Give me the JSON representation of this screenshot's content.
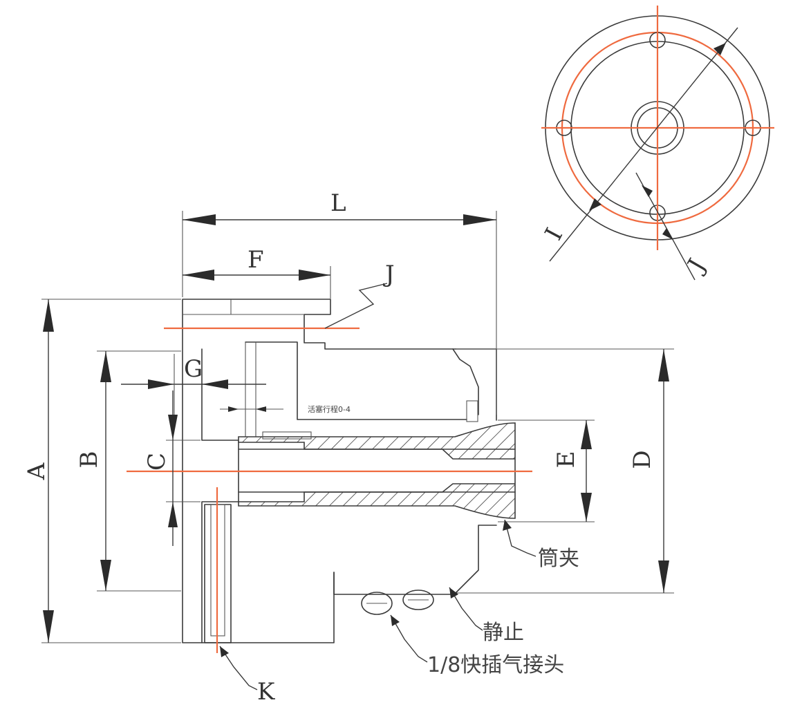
{
  "labels": {
    "L": "L",
    "F": "F",
    "J": "J",
    "G": "G",
    "A": "A",
    "B": "B",
    "C": "C",
    "D": "D",
    "E": "E",
    "K": "K",
    "I_top": "I",
    "J_top": "J"
  },
  "callouts": {
    "collet": "筒夹",
    "stationary": "静止",
    "air_fitting": "1/8快插气接头",
    "small_note": "活塞行程0-4"
  },
  "colors": {
    "line": "#3a3a3a",
    "centerline": "#ef6a3f",
    "text": "#333333"
  }
}
